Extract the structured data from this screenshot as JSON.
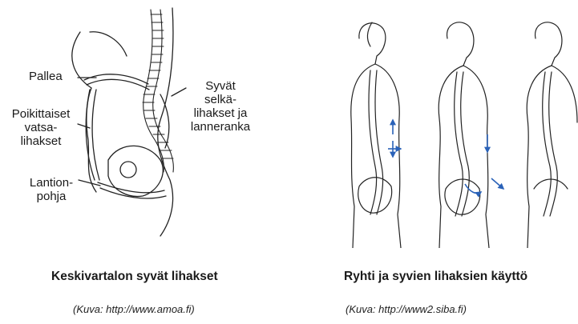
{
  "left_figure": {
    "labels": {
      "pallea": "Pallea",
      "poikittaiset": [
        "Poikittaiset",
        "vatsa-",
        "lihakset"
      ],
      "lantionpohja": [
        "Lantion-",
        "pohja"
      ],
      "syvat": [
        "Syvät",
        "selkä-",
        "lihakset ja",
        "lanneranka"
      ]
    },
    "caption": "Keskivartalon syvät lihakset",
    "source": "(Kuva: http://www.amoa.fi)"
  },
  "right_figure": {
    "caption": "Ryhti ja syvien lihaksien käyttö",
    "source": "(Kuva: http://www2.siba.fi)",
    "arrow_color": "#2a62b8"
  }
}
